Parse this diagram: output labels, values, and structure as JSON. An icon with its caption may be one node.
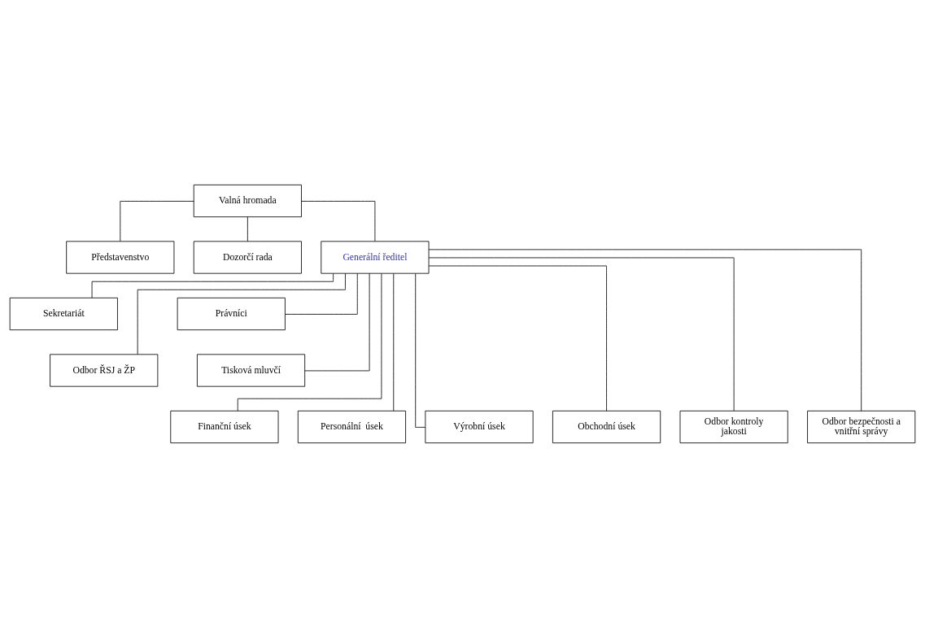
{
  "diagram": {
    "nodes": [
      {
        "text": [
          "Valná hromada"
        ]
      },
      {
        "text": [
          "Představenstvo"
        ]
      },
      {
        "text": [
          "Dozorčí rada"
        ]
      },
      {
        "text": [
          "Generální ředitel"
        ]
      },
      {
        "text": [
          "Sekretariát"
        ]
      },
      {
        "text": [
          "Právníci"
        ]
      },
      {
        "text": [
          "Odbor ŘSJ a ŽP"
        ]
      },
      {
        "text": [
          "Tisková mluvčí"
        ]
      },
      {
        "text": [
          "Finanční úsek"
        ]
      },
      {
        "text": [
          "Personální  úsek"
        ]
      },
      {
        "text": [
          "Výrobní úsek"
        ]
      },
      {
        "text": [
          "Obchodní úsek"
        ]
      },
      {
        "text": [
          "Odbor kontroly jakosti"
        ]
      },
      {
        "text": [
          "Odbor bezpečnosti a vnitřní správy"
        ]
      }
    ],
    "edges": [
      {
        "from": 0,
        "to": 1,
        "arrow": "none"
      },
      {
        "from": 0,
        "to": 2,
        "arrow": "none"
      },
      {
        "from": 0,
        "to": 3,
        "arrow": "none"
      },
      {
        "from": 3,
        "to": 4,
        "arrow": "none"
      },
      {
        "from": 3,
        "to": 5,
        "arrow": "none"
      },
      {
        "from": 3,
        "to": 6,
        "arrow": "none"
      },
      {
        "from": 3,
        "to": 7,
        "arrow": "none"
      },
      {
        "from": 3,
        "to": 8,
        "arrow": "none"
      },
      {
        "from": 3,
        "to": 9,
        "arrow": "none"
      },
      {
        "from": 3,
        "to": 10,
        "arrow": "none"
      },
      {
        "from": 3,
        "to": 11,
        "arrow": "none"
      },
      {
        "from": 3,
        "to": 12,
        "arrow": "none"
      },
      {
        "from": 3,
        "to": 13,
        "arrow": "none"
      }
    ]
  }
}
